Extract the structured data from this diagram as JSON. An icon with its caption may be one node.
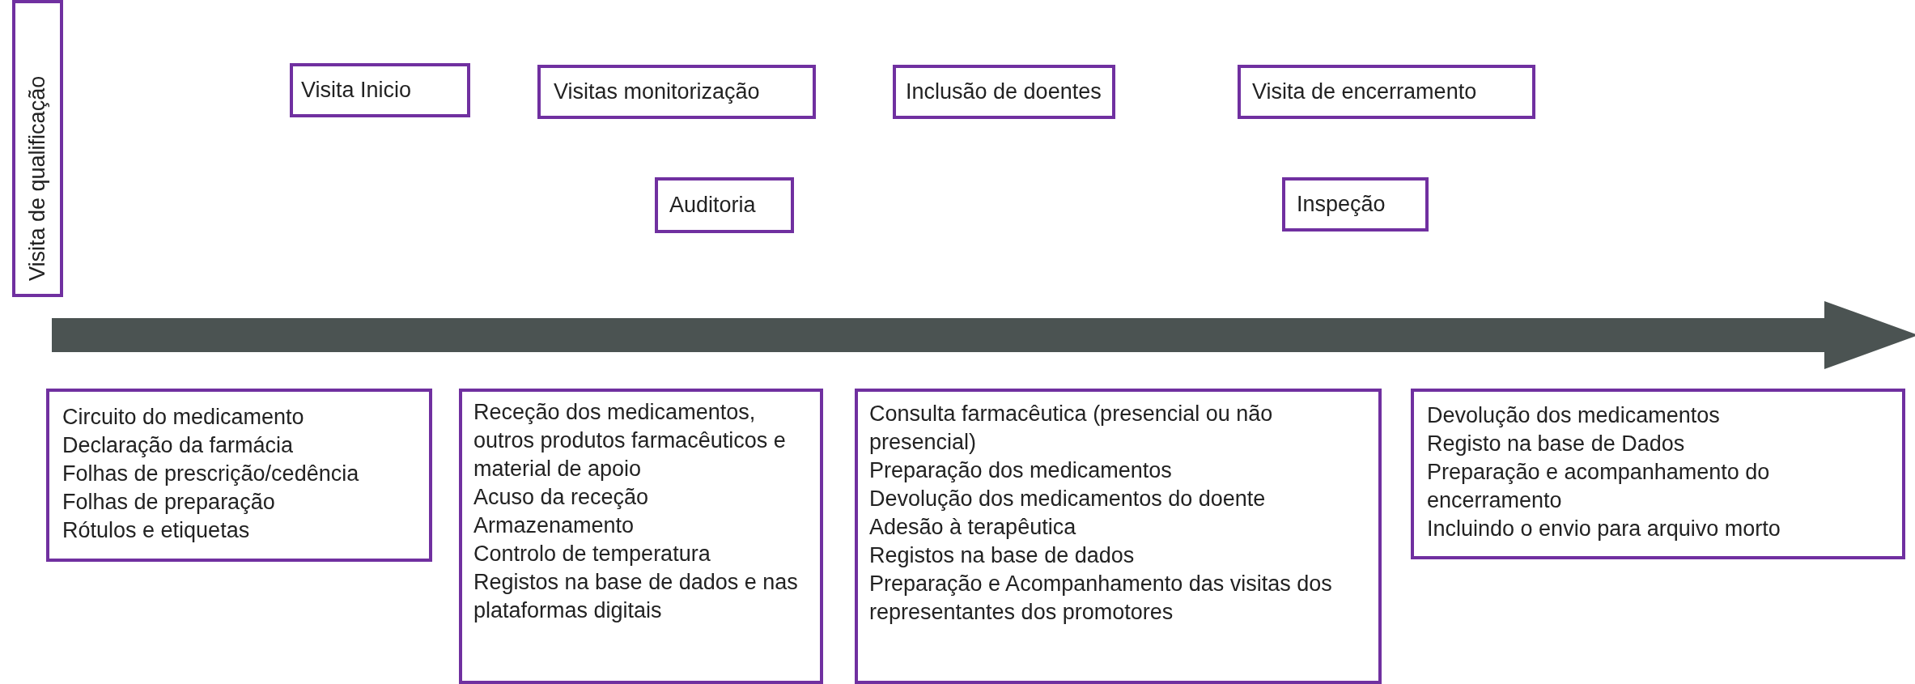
{
  "diagram": {
    "nodes": [
      {
        "text": [
          "Visita de qualificação"
        ]
      },
      {
        "text": [
          "Visita Inicio"
        ]
      },
      {
        "text": [
          "Visitas monitorização"
        ]
      },
      {
        "text": [
          "Inclusão de doentes"
        ]
      },
      {
        "text": [
          "Visita de encerramento"
        ]
      },
      {
        "text": [
          "Auditoria"
        ]
      },
      {
        "text": [
          "Inspeção"
        ]
      },
      {
        "text": [
          "Circuito do medicamento",
          "Declaração da farmácia",
          "Folhas de prescrição/cedência",
          "Folhas de preparação",
          "Rótulos e etiquetas"
        ]
      },
      {
        "text": [
          "Receção dos medicamentos, outros produtos farmacêuticos e material de apoio",
          "Acuso da receção",
          "Armazenamento",
          "Controlo de temperatura",
          "Registos na base de dados e nas plataformas digitais"
        ]
      },
      {
        "text": [
          "Consulta farmacêutica (presencial ou não presencial)",
          "Preparação dos medicamentos",
          "Devolução dos medicamentos do doente",
          "Adesão à terapêutica",
          "Registos na base de dados",
          "Preparação e Acompanhamento das visitas dos representantes dos promotores"
        ]
      },
      {
        "text": [
          "Devolução dos medicamentos",
          "Registo na base de Dados",
          "Preparação e acompanhamento do encerramento",
          "Incluindo o envio para arquivo morto"
        ]
      }
    ]
  }
}
